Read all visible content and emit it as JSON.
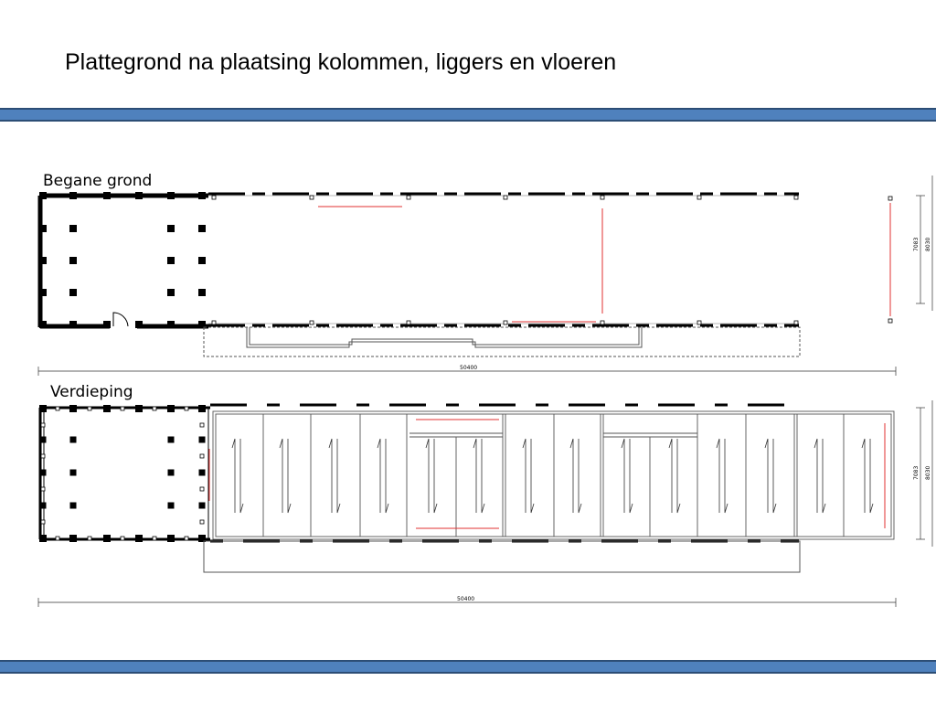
{
  "slide": {
    "title": "Plattegrond na plaatsing kolommen, liggers en vloeren"
  },
  "colors": {
    "accent_band": "#4f81bd",
    "beam_highlight": "#e03030"
  },
  "plans": {
    "ground_floor": {
      "label": "Begane grond",
      "overall_length": "50400",
      "depth_inner": "7083",
      "depth_outer": "8030"
    },
    "upper_floor": {
      "label": "Verdieping",
      "overall_length": "50400",
      "depth_inner": "7083",
      "depth_outer": "8030"
    }
  }
}
